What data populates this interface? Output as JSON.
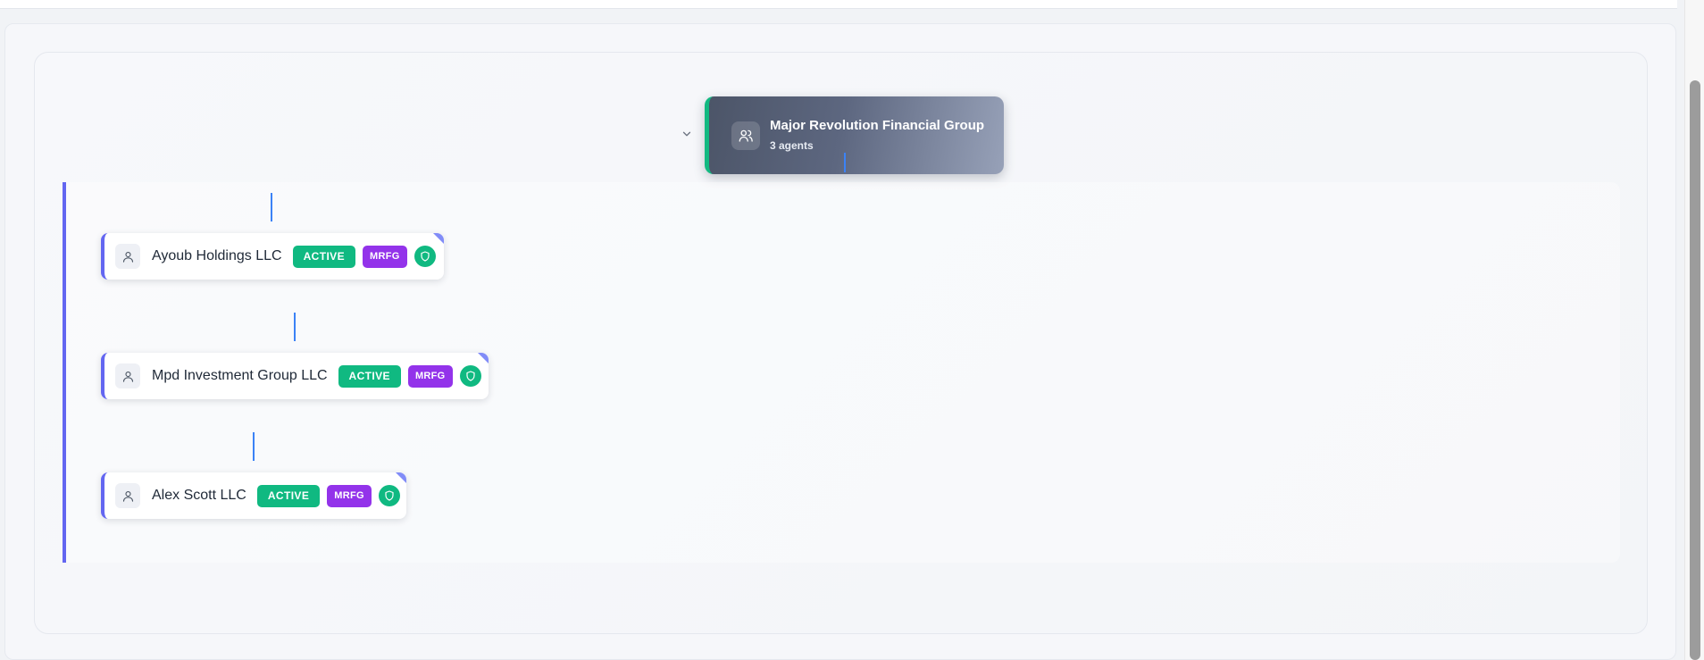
{
  "group": {
    "name": "Major Revolution Financial Group",
    "subtitle": "3 agents",
    "icon": "users-icon",
    "accent": "#12b981"
  },
  "agents": [
    {
      "name": "Ayoub Holdings LLC",
      "status": "ACTIVE",
      "org": "MRFG",
      "icon": "user-icon"
    },
    {
      "name": "Mpd Investment Group LLC",
      "status": "ACTIVE",
      "org": "MRFG",
      "icon": "user-icon"
    },
    {
      "name": "Alex Scott LLC",
      "status": "ACTIVE",
      "org": "MRFG",
      "icon": "user-icon"
    }
  ],
  "colors": {
    "active": "#10b981",
    "org_badge": "#9333ea",
    "tree_line": "#6366f1",
    "connector": "#3b82f6"
  }
}
